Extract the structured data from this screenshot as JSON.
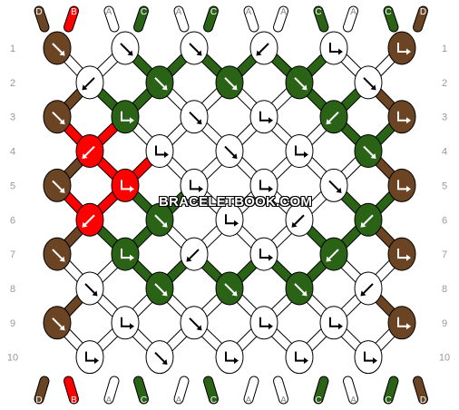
{
  "strings_top": [
    "D",
    "B",
    "A",
    "C",
    "A",
    "C",
    "A",
    "A",
    "C",
    "A",
    "C",
    "D"
  ],
  "strings_bottom": [
    "D",
    "B",
    "A",
    "C",
    "A",
    "C",
    "A",
    "A",
    "C",
    "A",
    "C",
    "D"
  ],
  "string_colors": {
    "D": "#6b4423",
    "B": "#ff0000",
    "A": "#ffffff",
    "C": "#2a6316"
  },
  "row_labels": [
    "1",
    "2",
    "3",
    "4",
    "5",
    "6",
    "7",
    "8",
    "9",
    "10"
  ],
  "watermark": "BRACELETBOOK.COM",
  "knots": [
    [
      {
        "c": "D",
        "t": "f"
      },
      {
        "c": "A",
        "t": "f"
      },
      {
        "c": "A",
        "t": "f"
      },
      {
        "c": "A",
        "t": "b"
      },
      {
        "c": "A",
        "t": "fb"
      },
      {
        "c": "D",
        "t": "fb"
      }
    ],
    [
      {
        "c": "A",
        "t": "b"
      },
      {
        "c": "C",
        "t": "f"
      },
      {
        "c": "C",
        "t": "f"
      },
      {
        "c": "C",
        "t": "f"
      },
      {
        "c": "A",
        "t": "f"
      }
    ],
    [
      {
        "c": "D",
        "t": "f"
      },
      {
        "c": "C",
        "t": "fb"
      },
      {
        "c": "A",
        "t": "f"
      },
      {
        "c": "A",
        "t": "fb"
      },
      {
        "c": "C",
        "t": "b"
      },
      {
        "c": "D",
        "t": "fb"
      }
    ],
    [
      {
        "c": "B",
        "t": "b"
      },
      {
        "c": "A",
        "t": "fb"
      },
      {
        "c": "A",
        "t": "f"
      },
      {
        "c": "A",
        "t": "fb"
      },
      {
        "c": "C",
        "t": "f"
      }
    ],
    [
      {
        "c": "D",
        "t": "f"
      },
      {
        "c": "B",
        "t": "fb"
      },
      {
        "c": "A",
        "t": "fb"
      },
      {
        "c": "A",
        "t": "fb"
      },
      {
        "c": "A",
        "t": "f"
      },
      {
        "c": "D",
        "t": "fb"
      }
    ],
    [
      {
        "c": "B",
        "t": "b"
      },
      {
        "c": "C",
        "t": "f"
      },
      {
        "c": "A",
        "t": "fb"
      },
      {
        "c": "A",
        "t": "b"
      },
      {
        "c": "C",
        "t": "b"
      }
    ],
    [
      {
        "c": "D",
        "t": "f"
      },
      {
        "c": "C",
        "t": "fb"
      },
      {
        "c": "A",
        "t": "b"
      },
      {
        "c": "A",
        "t": "fb"
      },
      {
        "c": "C",
        "t": "b"
      },
      {
        "c": "D",
        "t": "fb"
      }
    ],
    [
      {
        "c": "A",
        "t": "f"
      },
      {
        "c": "C",
        "t": "f"
      },
      {
        "c": "C",
        "t": "f"
      },
      {
        "c": "C",
        "t": "f"
      },
      {
        "c": "A",
        "t": "b"
      }
    ],
    [
      {
        "c": "D",
        "t": "f"
      },
      {
        "c": "A",
        "t": "fb"
      },
      {
        "c": "A",
        "t": "f"
      },
      {
        "c": "A",
        "t": "fb"
      },
      {
        "c": "A",
        "t": "fb"
      },
      {
        "c": "D",
        "t": "fb"
      }
    ],
    [
      {
        "c": "A",
        "t": "fb"
      },
      {
        "c": "A",
        "t": "f"
      },
      {
        "c": "A",
        "t": "fb"
      },
      {
        "c": "A",
        "t": "fb"
      },
      {
        "c": "A",
        "t": "fb"
      }
    ]
  ]
}
